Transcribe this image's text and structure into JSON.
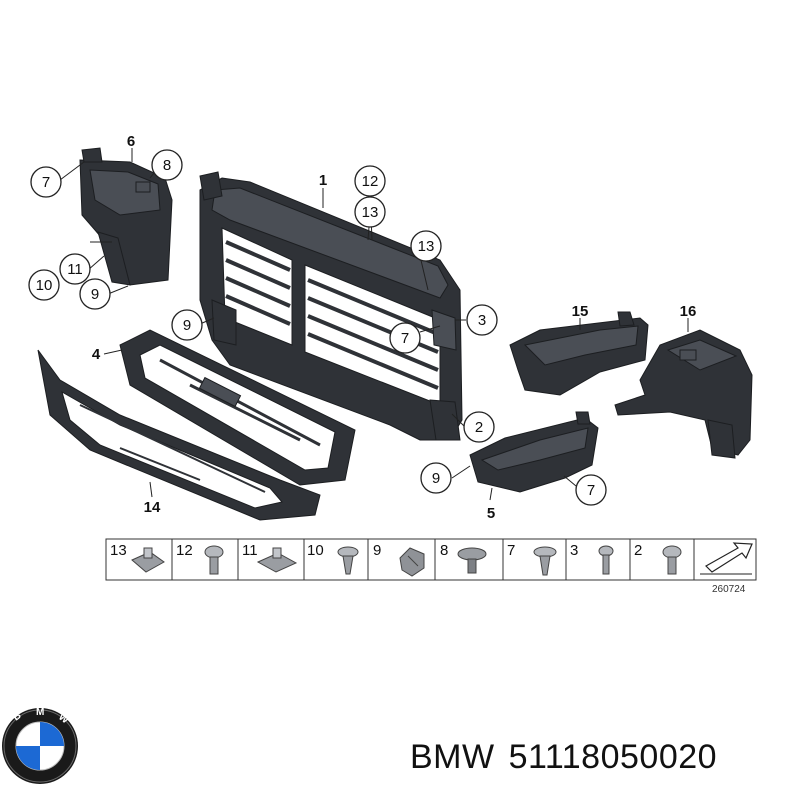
{
  "callouts": {
    "c1": "1",
    "c2": "2",
    "c3": "3",
    "c4": "4",
    "c5": "5",
    "c6": "6",
    "c7a": "7",
    "c7b": "7",
    "c7c": "7",
    "c8": "8",
    "c9a": "9",
    "c9b": "9",
    "c9c": "9",
    "c10": "10",
    "c11": "11",
    "c12": "12",
    "c13a": "13",
    "c13b": "13",
    "c14": "14",
    "c15": "15",
    "c16": "16"
  },
  "legend": {
    "items": [
      "13",
      "12",
      "11",
      "10",
      "9",
      "8",
      "7",
      "3",
      "2"
    ],
    "code": "260724"
  },
  "brand": {
    "name": "BMW",
    "part_number": "51118050020",
    "logo_letters": "BMW"
  },
  "colors": {
    "part": "#2f3237",
    "bmw_blue": "#1c69d4",
    "bmw_ring": "#111111"
  }
}
